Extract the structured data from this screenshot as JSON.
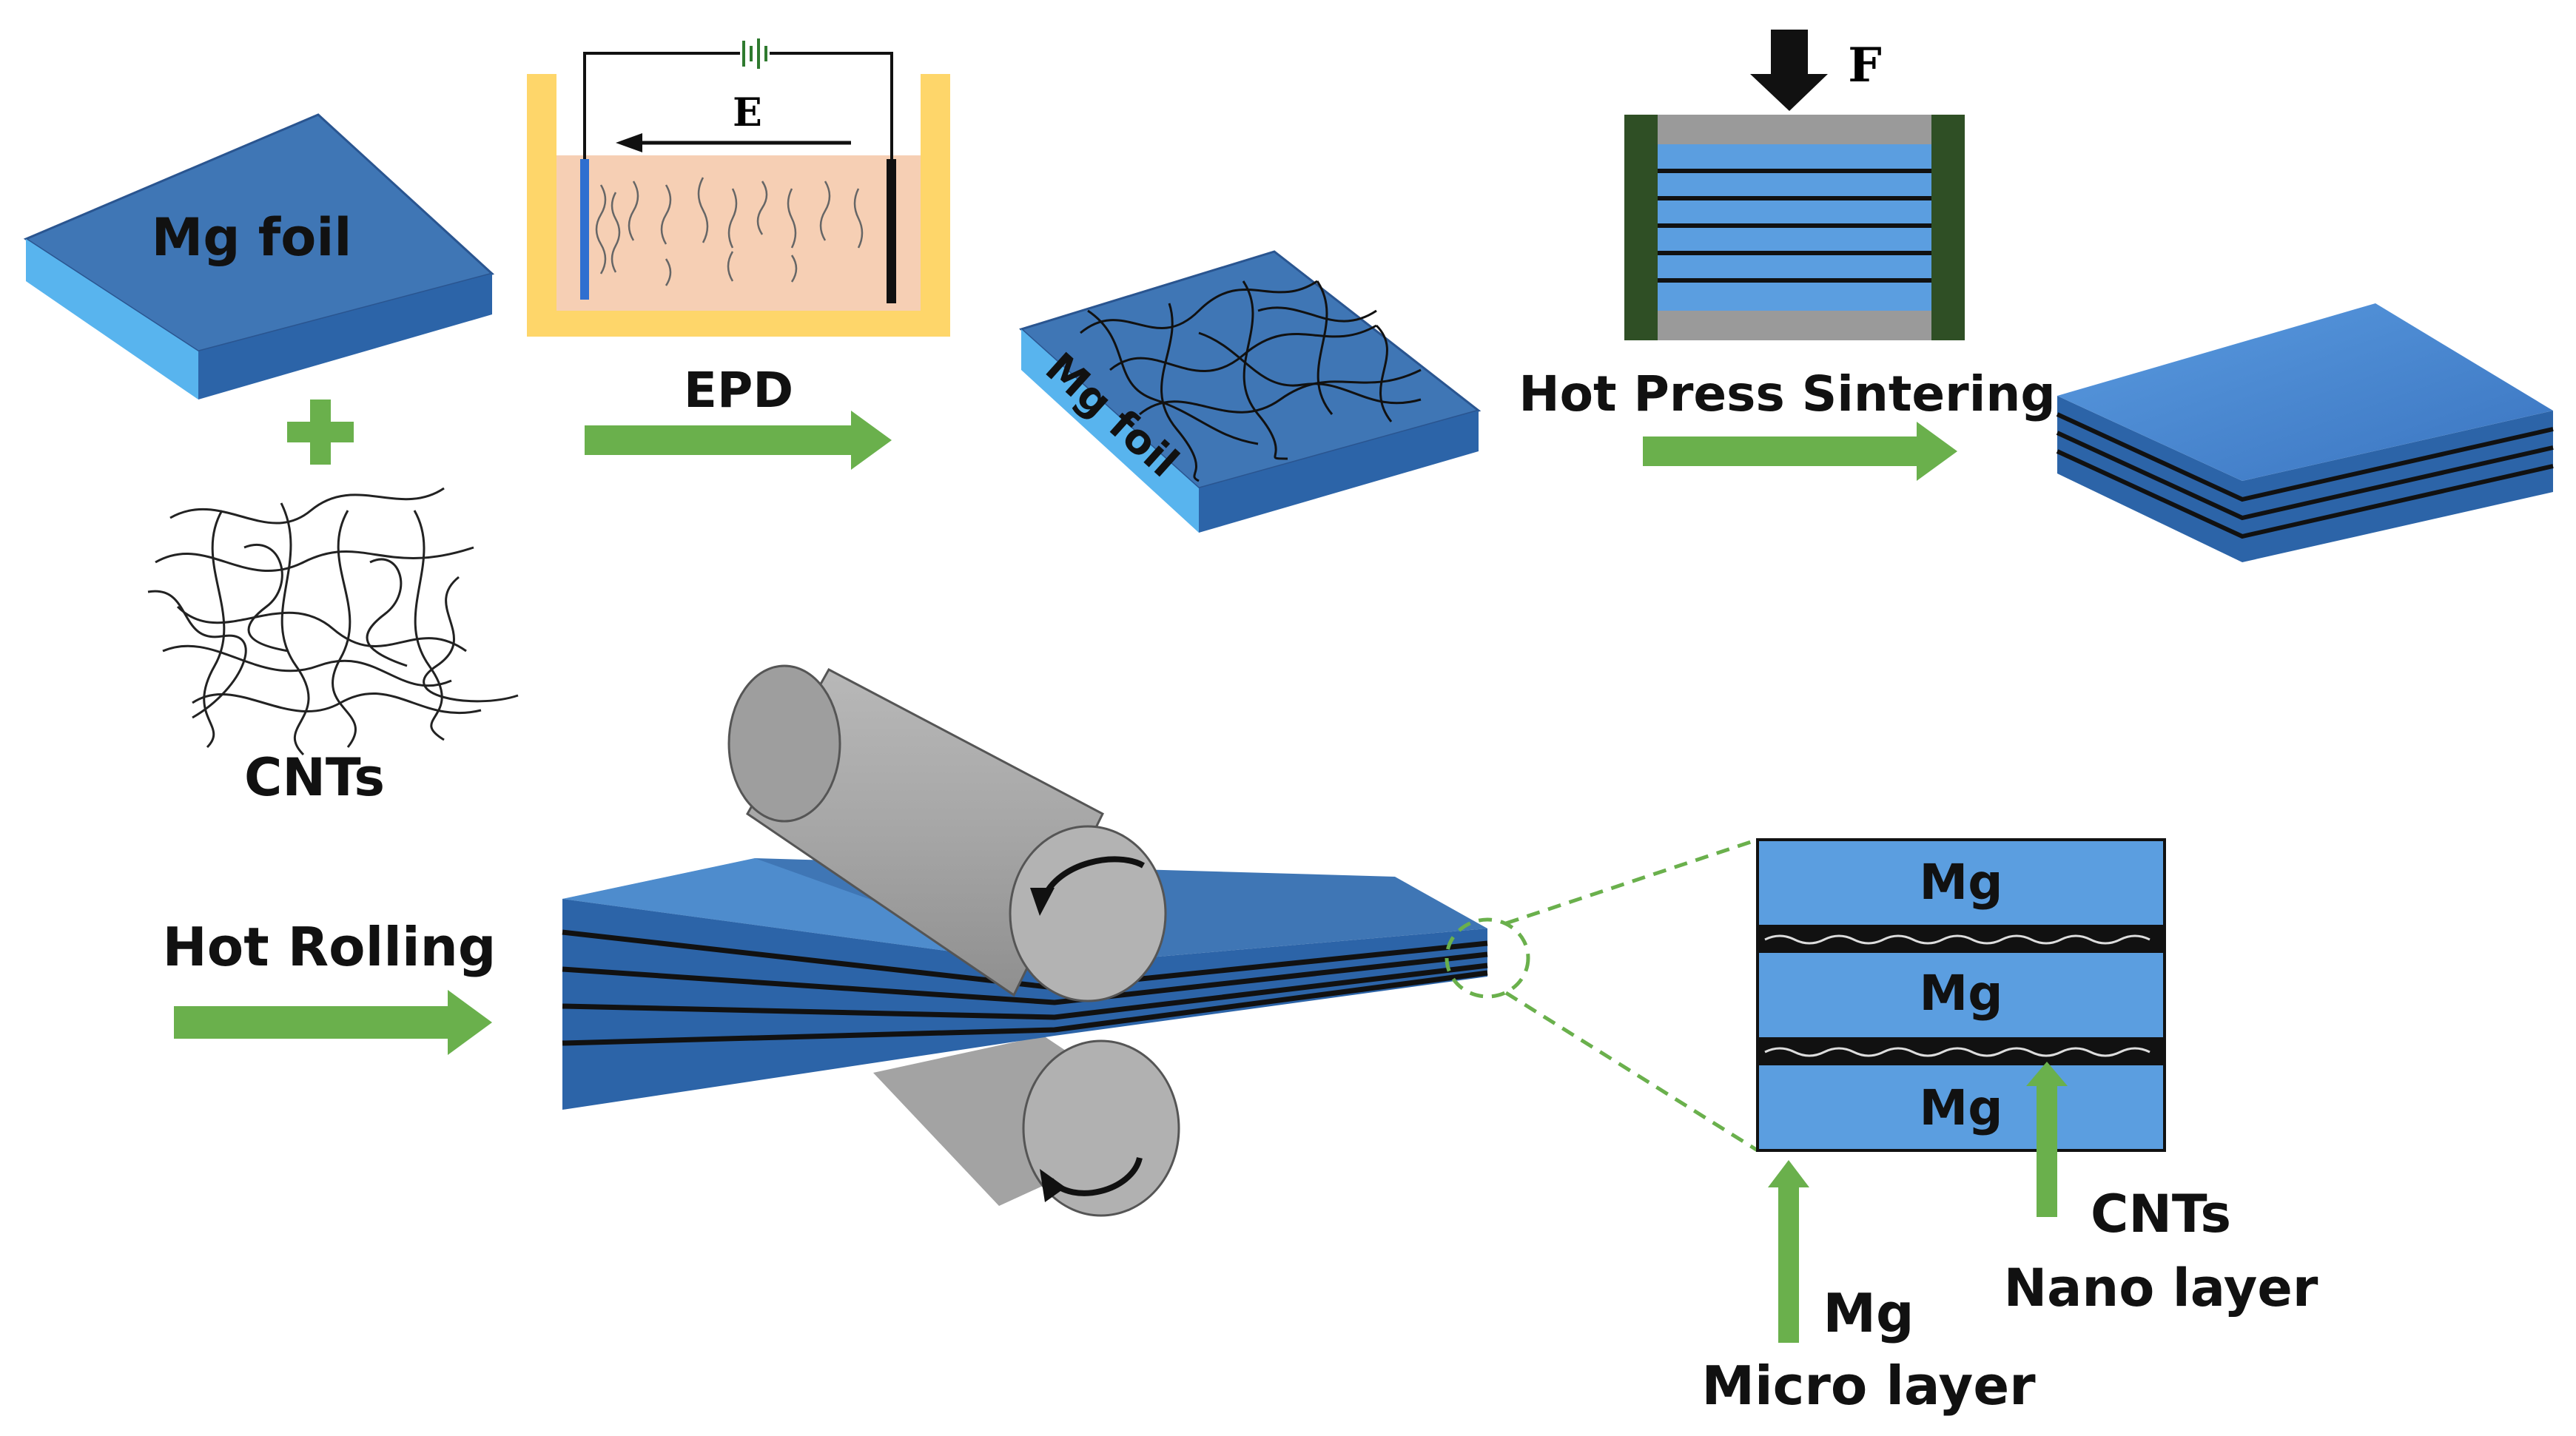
{
  "labels": {
    "mg_foil": "Mg foil",
    "cnts": "CNTs",
    "epd": "EPD",
    "field": "E",
    "force": "F",
    "coated_foil": "Mg foil",
    "hot_press": "Hot Press Sintering",
    "hot_rolling": "Hot Rolling",
    "mg_layer_1": "Mg",
    "mg_layer_2": "Mg",
    "mg_layer_3": "Mg",
    "cnt_callout_line1": "CNTs",
    "cnt_callout_line2": "Nano layer",
    "mg_callout_line1": "Mg",
    "mg_callout_line2": "Micro layer"
  },
  "colors": {
    "mg_top": "#3f76b5",
    "mg_side_light": "#58b4ee",
    "mg_side_dark": "#2c64a8",
    "arrow_green": "#6ab04c",
    "bath_yellow": "#fed66a",
    "electrolyte": "#f6cfb4",
    "roller_gray": "#a8a8a8",
    "press_frame": "#2f4f25",
    "layer_blue": "#5b9ee0"
  }
}
